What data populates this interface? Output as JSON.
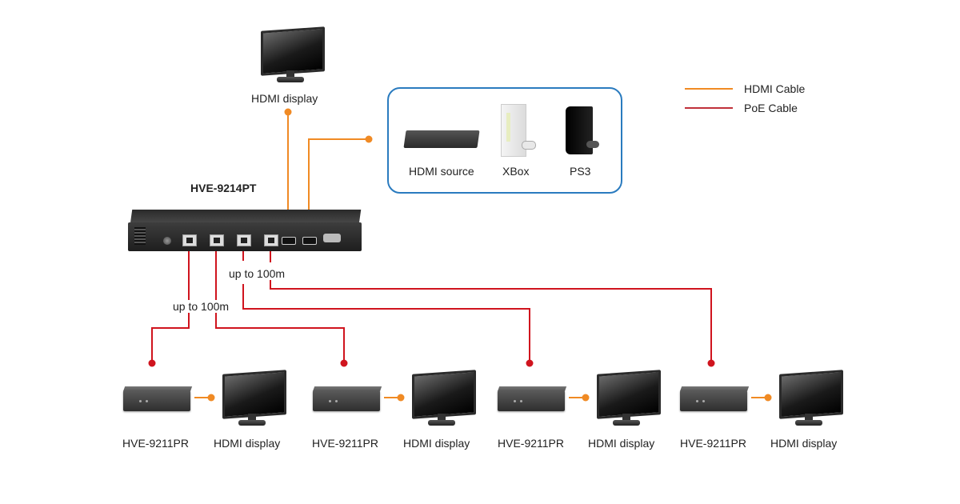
{
  "legend": {
    "items": [
      {
        "label": "HDMI Cable",
        "color": "#f08a24"
      },
      {
        "label": "PoE Cable",
        "color": "#d0141e"
      }
    ]
  },
  "colors": {
    "hdmi": "#f08a24",
    "poe": "#d0141e",
    "source_box_border": "#2a7bbf"
  },
  "transmitter": {
    "model": "HVE-9214PT"
  },
  "top_display": {
    "label": "HDMI display"
  },
  "sources": {
    "items": [
      {
        "label": "HDMI source",
        "icon": "set-top-box-icon"
      },
      {
        "label": "XBox",
        "icon": "xbox-console-icon"
      },
      {
        "label": "PS3",
        "icon": "ps3-console-icon"
      }
    ]
  },
  "distance_labels": [
    "up to 100m",
    "up to 100m"
  ],
  "receivers": [
    {
      "model": "HVE-9211PR",
      "display": "HDMI display"
    },
    {
      "model": "HVE-9211PR",
      "display": "HDMI display"
    },
    {
      "model": "HVE-9211PR",
      "display": "HDMI display"
    },
    {
      "model": "HVE-9211PR",
      "display": "HDMI display"
    }
  ]
}
